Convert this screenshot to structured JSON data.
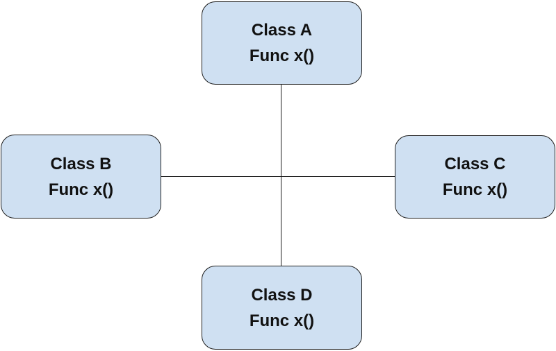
{
  "diagram": {
    "nodes": [
      {
        "id": "a",
        "class_label": "Class A",
        "func_label": "Func x()"
      },
      {
        "id": "b",
        "class_label": "Class B",
        "func_label": "Func x()"
      },
      {
        "id": "c",
        "class_label": "Class C",
        "func_label": "Func x()"
      },
      {
        "id": "d",
        "class_label": "Class D",
        "func_label": "Func x()"
      }
    ],
    "edges": [
      {
        "from": "a",
        "to": "d"
      },
      {
        "from": "b",
        "to": "c"
      }
    ],
    "colors": {
      "node_fill": "#cfe0f2",
      "node_border": "#1e1e1e",
      "connector": "#1a1a1a",
      "text": "#111111",
      "background": "#ffffff"
    }
  }
}
